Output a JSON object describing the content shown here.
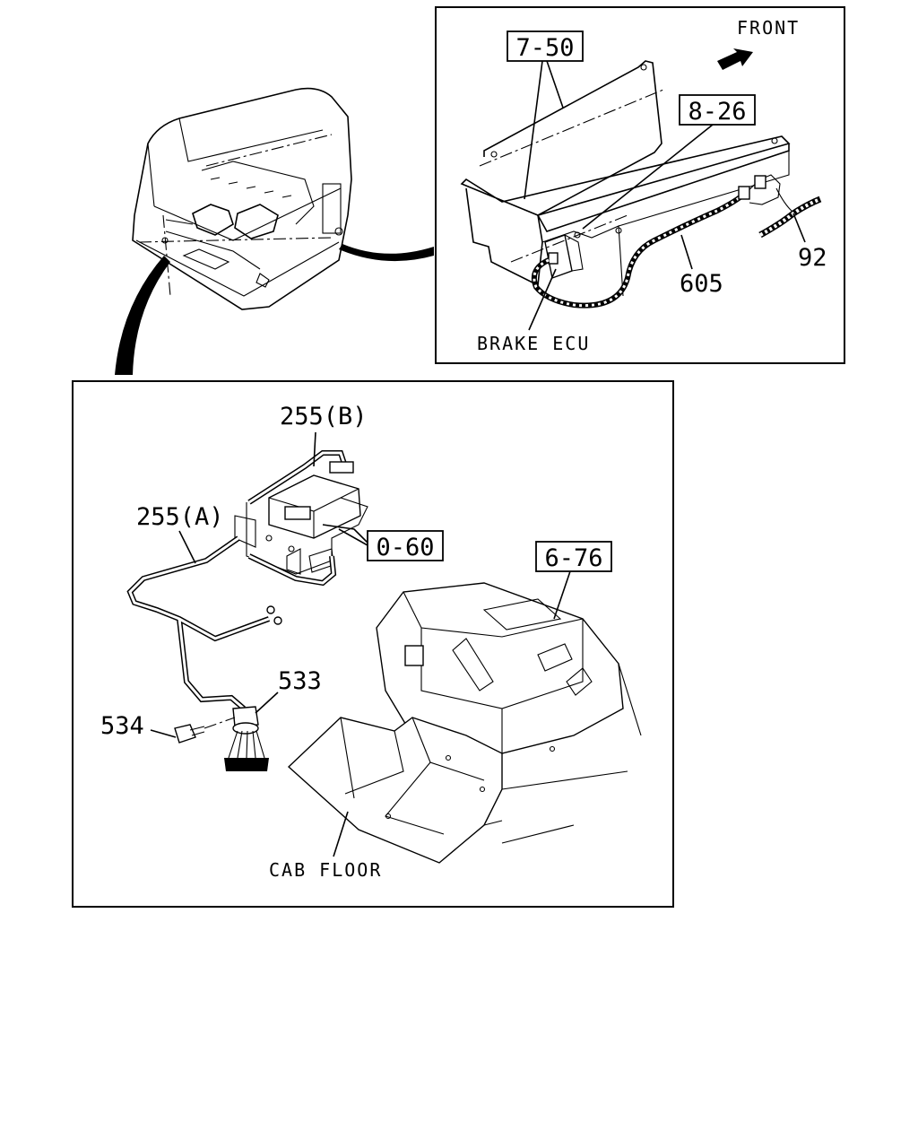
{
  "callouts": {
    "ref_7_50": "7-50",
    "ref_8_26": "8-26",
    "ref_0_60": "0-60",
    "ref_6_76": "6-76",
    "part_92": "92",
    "part_605": "605",
    "part_255b": "255(B)",
    "part_255a": "255(A)",
    "part_533": "533",
    "part_534": "534"
  },
  "labels": {
    "front": "FRONT",
    "brake_ecu": "BRAKE ECU",
    "cab_floor": "CAB FLOOR"
  }
}
